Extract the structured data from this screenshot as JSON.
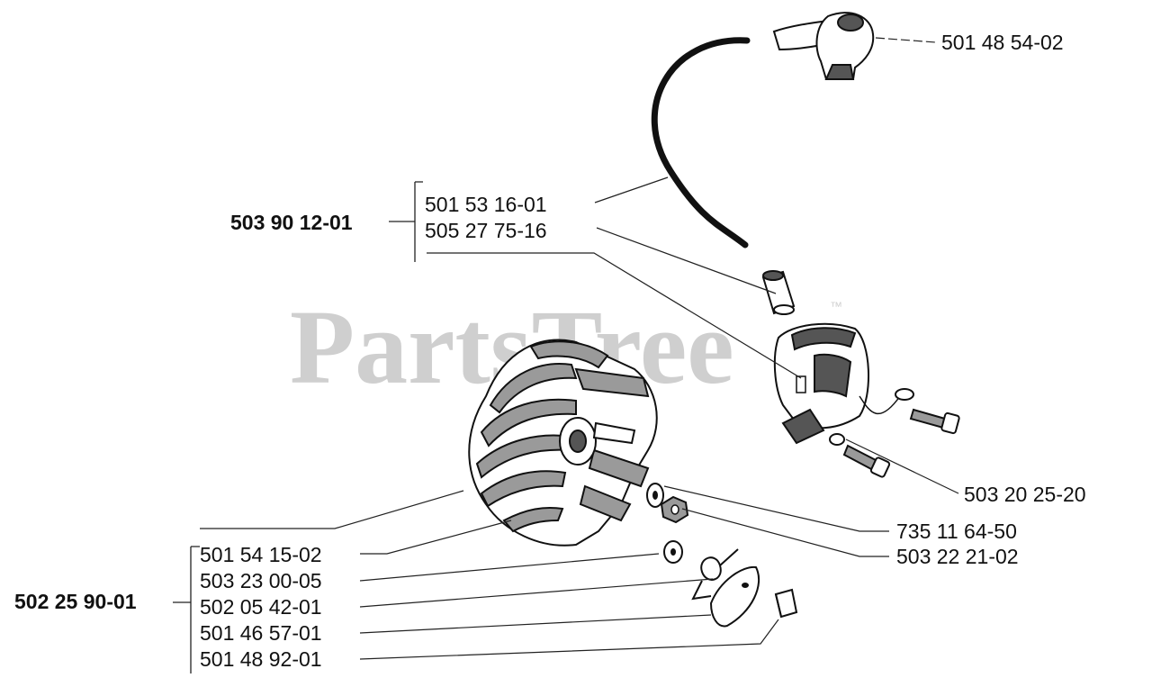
{
  "watermark": {
    "text": "PartsTree",
    "trademark": "™"
  },
  "assemblies": {
    "ignition": {
      "number": "503 90 12-01",
      "parts": [
        "501 53 16-01",
        "505 27 75-16"
      ]
    },
    "flywheel": {
      "number": "502 25 90-01",
      "parts": [
        "501 54 15-02",
        "503 23 00-05",
        "502 05 42-01",
        "501 46 57-01",
        "501 48 92-01"
      ]
    }
  },
  "callouts": {
    "spark_plug_cap": "501 48 54-02",
    "screw": "503 20 25-20",
    "washer": "735 11 64-50",
    "nut": "503 22 21-02"
  }
}
